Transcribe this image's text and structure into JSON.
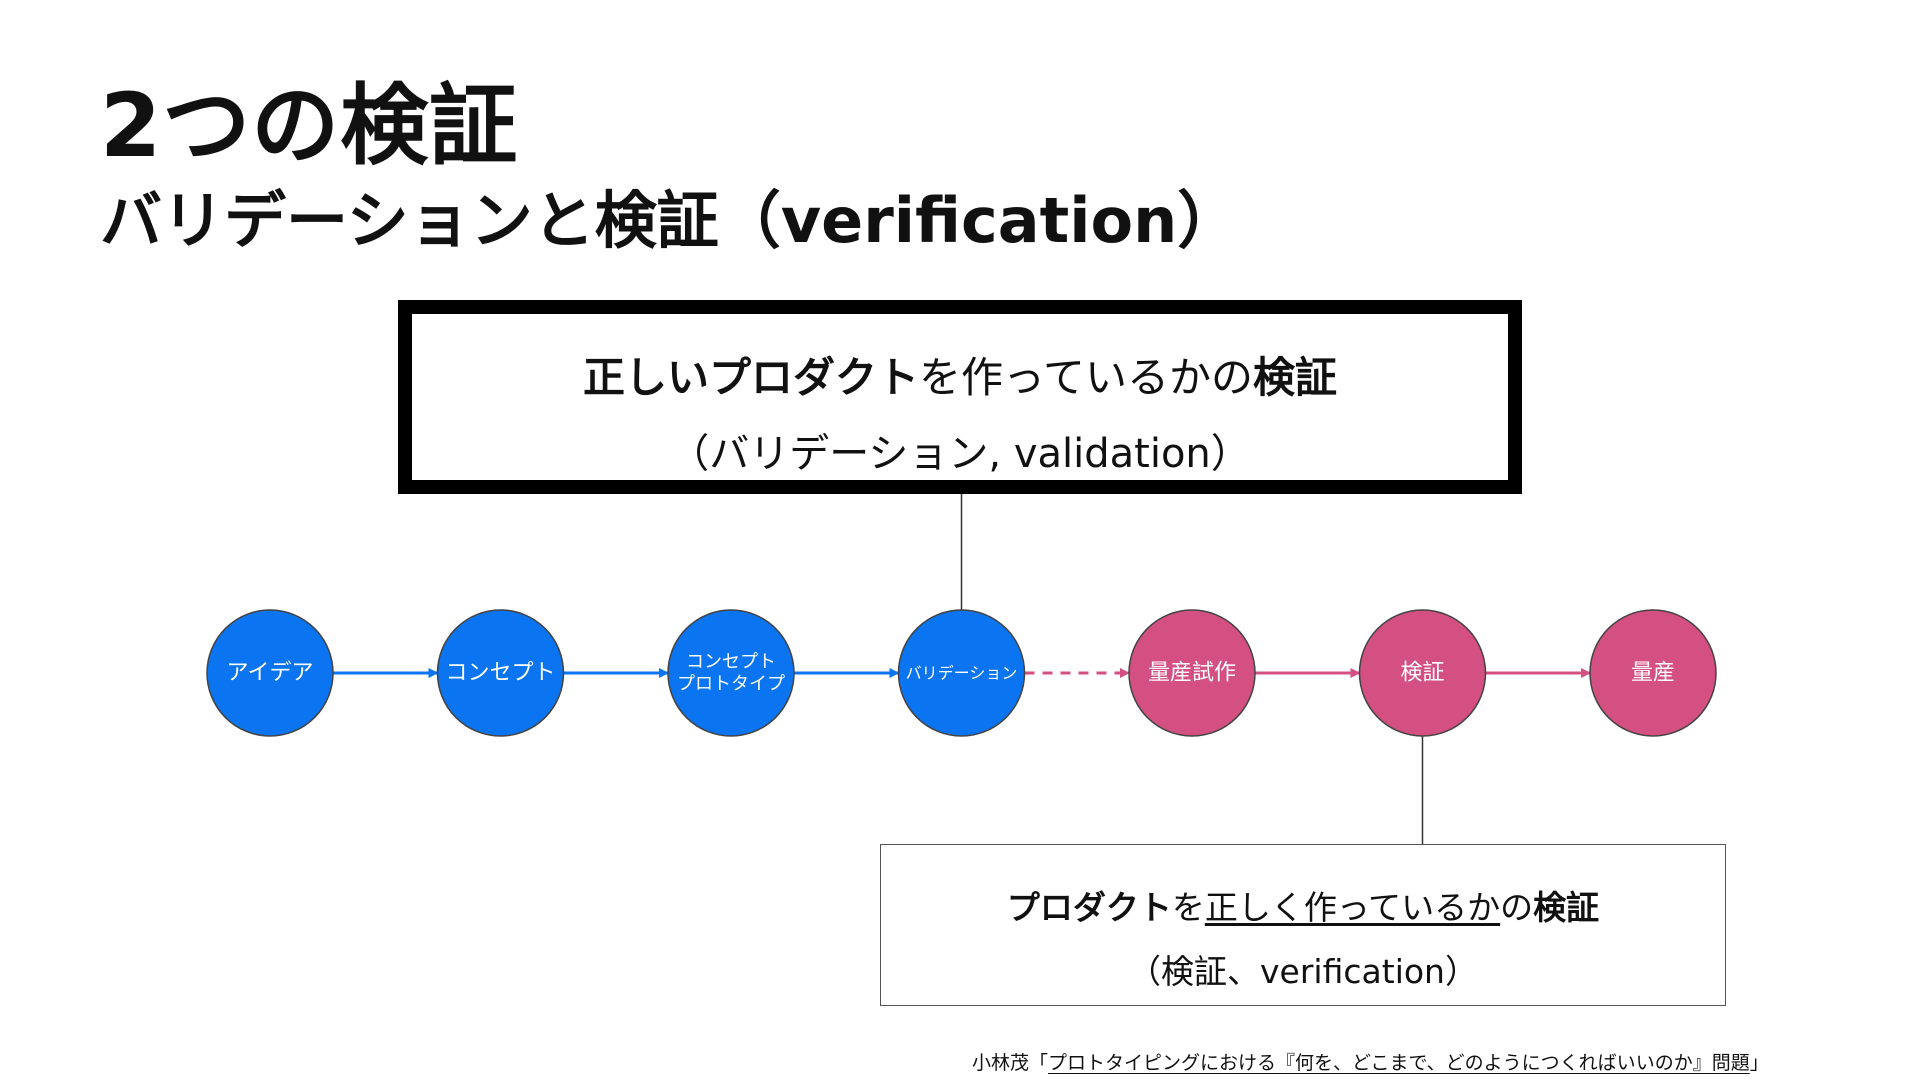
{
  "slide": {
    "title": "2つの検証",
    "subtitle": "バリデーションと検証（verification）"
  },
  "validation_box": {
    "line1_bold_a": "正しいプロダクト",
    "line1_plain": "を作っているかの",
    "line1_bold_b": "検証",
    "line2": "（バリデーション, validation）"
  },
  "verification_box": {
    "line1_bold_a": "プロダクト",
    "line1_plain_a": "を",
    "line1_underlined": "正しく作っているか",
    "line1_plain_b": "の",
    "line1_bold_b": "検証",
    "line2": "（検証、verification）"
  },
  "flow": {
    "nodes": [
      {
        "label": [
          "アイデア"
        ],
        "phase": "blue"
      },
      {
        "label": [
          "コンセプト"
        ],
        "phase": "blue"
      },
      {
        "label": [
          "コンセプト",
          "プロトタイプ"
        ],
        "phase": "blue"
      },
      {
        "label": [
          "バリデーション"
        ],
        "phase": "blue"
      },
      {
        "label": [
          "量産試作"
        ],
        "phase": "pink"
      },
      {
        "label": [
          "検証"
        ],
        "phase": "pink"
      },
      {
        "label": [
          "量産"
        ],
        "phase": "pink"
      }
    ],
    "edges": [
      {
        "from": 0,
        "to": 1,
        "style": "solid",
        "color": "blue"
      },
      {
        "from": 1,
        "to": 2,
        "style": "solid",
        "color": "blue"
      },
      {
        "from": 2,
        "to": 3,
        "style": "solid",
        "color": "blue"
      },
      {
        "from": 3,
        "to": 4,
        "style": "dashed",
        "color": "pink"
      },
      {
        "from": 4,
        "to": 5,
        "style": "solid",
        "color": "pink"
      },
      {
        "from": 5,
        "to": 6,
        "style": "solid",
        "color": "pink"
      }
    ],
    "connectors": [
      {
        "node": 3,
        "target": "validation_box"
      },
      {
        "node": 5,
        "target": "verification_box"
      }
    ]
  },
  "colors": {
    "blue": "#0b74f0",
    "pink": "#d45083",
    "node_stroke": "#444444"
  },
  "citation": {
    "prefix": "小林茂「",
    "link_text": "プロトタイピングにおける『何を、どこまで、どのようにつくればいいのか』問題",
    "suffix": "」"
  }
}
